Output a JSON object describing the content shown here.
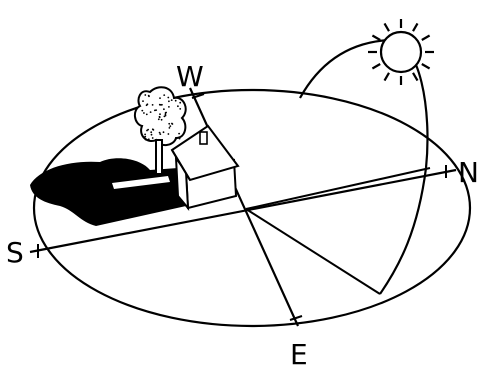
{
  "diagram": {
    "compass": {
      "north": "N",
      "south": "S",
      "east": "E",
      "west": "W"
    },
    "icons": [
      "sun-icon",
      "house-icon",
      "tree-icon",
      "shadow-shape"
    ],
    "colors": {
      "ink": "#000000",
      "paper": "#ffffff"
    }
  }
}
